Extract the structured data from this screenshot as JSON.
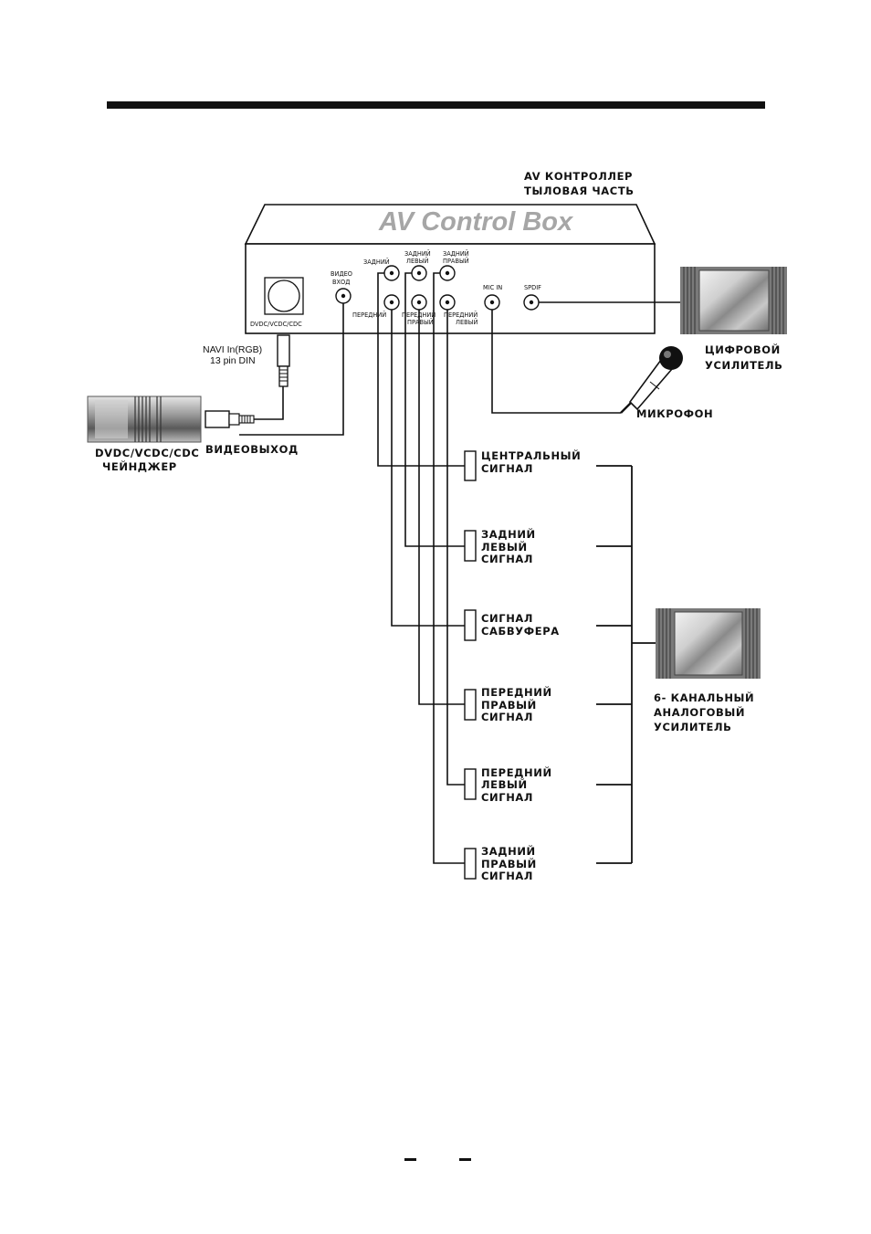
{
  "header": {
    "controller_line1": "AV КОНТРОЛЛЕР",
    "controller_line2": "ТЫЛОВАЯ ЧАСТЬ",
    "box_title": "AV Control Box"
  },
  "box_panel": {
    "dvdc_port": "DVDC/VCDC/CDC",
    "video_in_line1": "ВИДЕО",
    "video_in_line2": "ВХОД",
    "rear": "ЗАДНИЙ",
    "rear_left_line1": "ЗАДНИЙ",
    "rear_left_line2": "ЛЕВЫЙ",
    "rear_right_line1": "ЗАДНИЙ",
    "rear_right_line2": "ПРАВЫЙ",
    "front": "ПЕРЕДНИЙ",
    "front_right_line1": "ПЕРЕДНИЙ",
    "front_right_line2": "ПРАВЫЙ",
    "front_left_line1": "ПЕРЕДНИЙ",
    "front_left_line2": "ЛЕВЫЙ",
    "mic_in": "MIC IN",
    "spdif": "SPDIF"
  },
  "devices": {
    "digital_amp_line1": "ЦИФРОВОЙ",
    "digital_amp_line2": "УСИЛИТЕЛЬ",
    "microphone": "МИКРОФОН",
    "navi_line1": "NAVI In(RGB)",
    "navi_line2": "13 pin DIN",
    "changer_line1": "DVDC/VCDC/CDC",
    "changer_line2": "ЧЕЙНДЖЕР",
    "video_out": "ВИДЕОВЫХОД",
    "analog_amp_line1": "6- КАНАЛЬНЫЙ",
    "analog_amp_line2": "АНАЛОГОВЫЙ",
    "analog_amp_line3": "УСИЛИТЕЛЬ"
  },
  "signals": [
    {
      "line1": "ЦЕНТРАЛЬНЫЙ",
      "line2": "СИГНАЛ",
      "line3": ""
    },
    {
      "line1": "ЗАДНИЙ",
      "line2": "ЛЕВЫЙ",
      "line3": "СИГНАЛ"
    },
    {
      "line1": "СИГНАЛ",
      "line2": "САБВУФЕРА",
      "line3": ""
    },
    {
      "line1": "ПЕРЕДНИЙ",
      "line2": "ПРАВЫЙ",
      "line3": "СИГНАЛ"
    },
    {
      "line1": "ПЕРЕДНИЙ",
      "line2": "ЛЕВЫЙ",
      "line3": "СИГНАЛ"
    },
    {
      "line1": "ЗАДНИЙ",
      "line2": "ПРАВЫЙ",
      "line3": "СИГНАЛ"
    }
  ],
  "colors": {
    "ink": "#111111",
    "box_title": "#a6a6a6",
    "chrome_light": "#d9d9d9",
    "chrome_dark": "#555555"
  }
}
